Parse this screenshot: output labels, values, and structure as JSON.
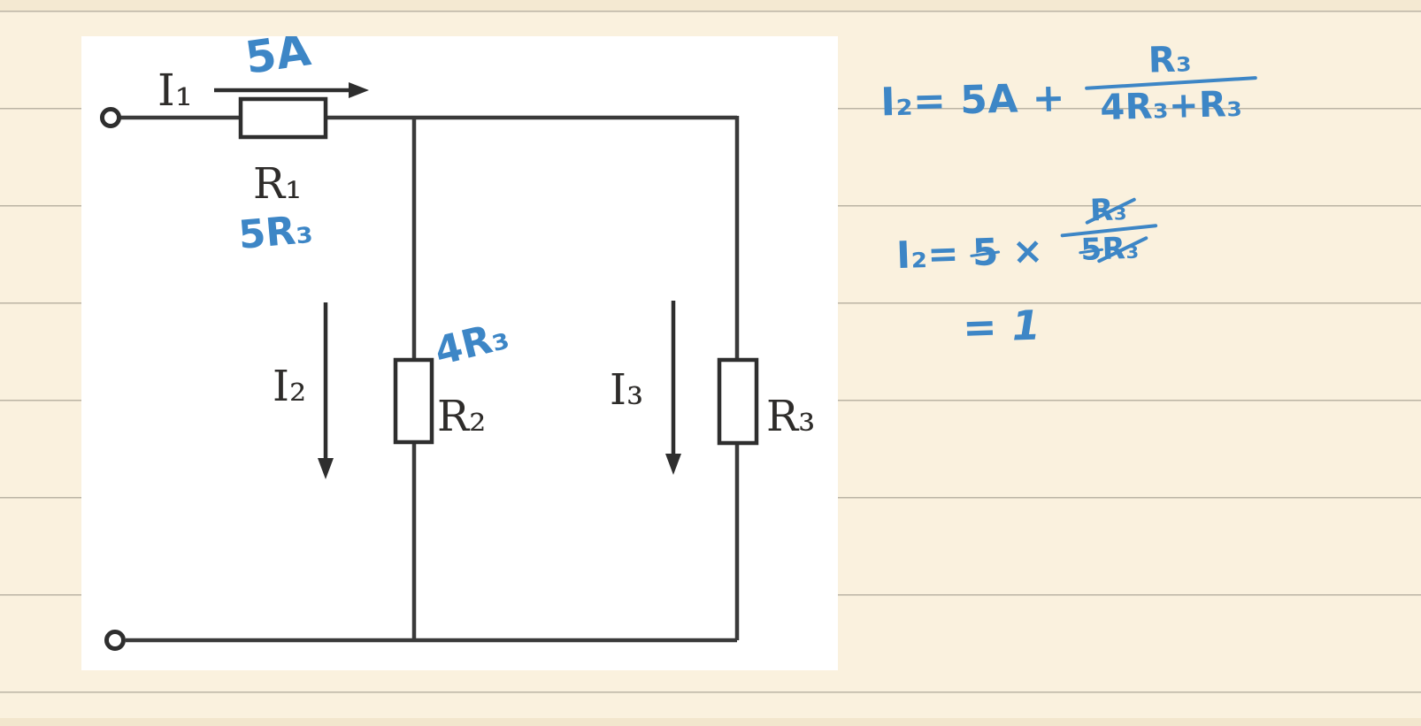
{
  "page": {
    "background_color": "#faf1de",
    "rule_line_color": "#b0a99a",
    "ink_color": "#3d86c6",
    "circuit_stroke_color": "#333333",
    "panel_color": "#ffffff"
  },
  "circuit_figure": {
    "labels": {
      "i1": "I₁",
      "r1": "R₁",
      "i2": "I₂",
      "r2": "R₂",
      "i3": "I₃",
      "r3": "R₃"
    },
    "ink_annotations": {
      "source_current": "5A",
      "r1_value": "5R₃",
      "r2_value": "4R₃"
    }
  },
  "handwritten_work": {
    "equation1": {
      "lhs": "I₂= 5A +",
      "numerator": "R₃",
      "denominator": "4R₃+R₃"
    },
    "equation2": {
      "lhs_symbol": "I₂=",
      "struck_value": "5",
      "operator": "×",
      "numerator": "R₃",
      "denominator_struck": "5",
      "denominator_rest": "R₃"
    },
    "result": "= 1"
  }
}
